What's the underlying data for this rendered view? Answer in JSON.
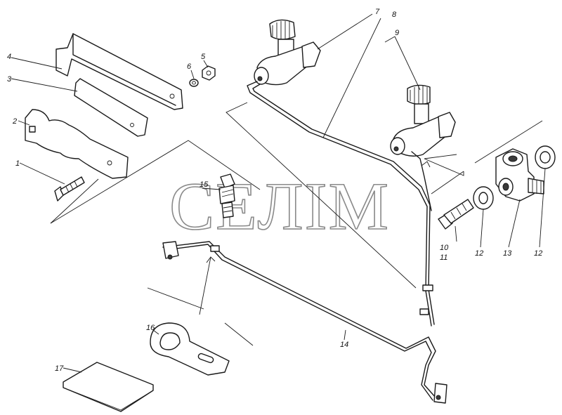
{
  "watermark": "СЕЛІМ",
  "callouts": [
    {
      "id": "c1",
      "text": "1"
    },
    {
      "id": "c2",
      "text": "2"
    },
    {
      "id": "c3",
      "text": "3"
    },
    {
      "id": "c4",
      "text": "4"
    },
    {
      "id": "c5",
      "text": "5"
    },
    {
      "id": "c6",
      "text": "6"
    },
    {
      "id": "c7",
      "text": "7"
    },
    {
      "id": "c8",
      "text": "8"
    },
    {
      "id": "c9",
      "text": "9"
    },
    {
      "id": "c10",
      "text": "10"
    },
    {
      "id": "c11",
      "text": "11"
    },
    {
      "id": "c12a",
      "text": "12"
    },
    {
      "id": "c12b",
      "text": "12"
    },
    {
      "id": "c13",
      "text": "13"
    },
    {
      "id": "c14",
      "text": "14"
    },
    {
      "id": "c15",
      "text": "15"
    },
    {
      "id": "c16",
      "text": "16"
    },
    {
      "id": "c17",
      "text": "17"
    }
  ]
}
